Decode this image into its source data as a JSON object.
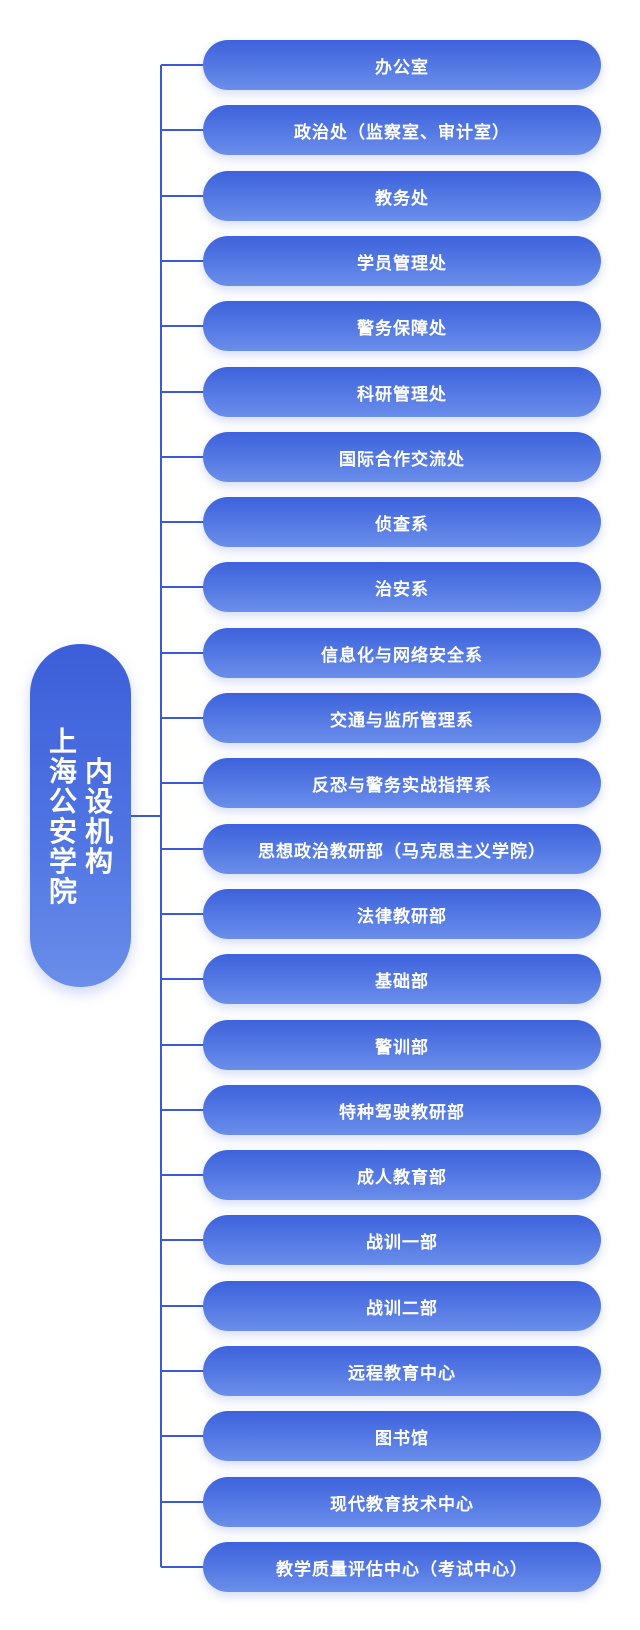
{
  "root": {
    "title_left": "上海公安学院",
    "title_right": "内设机构"
  },
  "departments": [
    "办公室",
    "政治处（监察室、审计室）",
    "教务处",
    "学员管理处",
    "警务保障处",
    "科研管理处",
    "国际合作交流处",
    "侦查系",
    "治安系",
    "信息化与网络安全系",
    "交通与监所管理系",
    "反恐与警务实战指挥系",
    "思想政治教研部（马克思主义学院）",
    "法律教研部",
    "基础部",
    "警训部",
    "特种驾驶教研部",
    "成人教育部",
    "战训一部",
    "战训二部",
    "远程教育中心",
    "图书馆",
    "现代教育技术中心",
    "教学质量评估中心（考试中心）"
  ],
  "colors": {
    "pill_top": "#3d62dc",
    "pill_bottom": "#6a8eea",
    "connector": "#3b5bd6",
    "text": "#ffffff"
  }
}
